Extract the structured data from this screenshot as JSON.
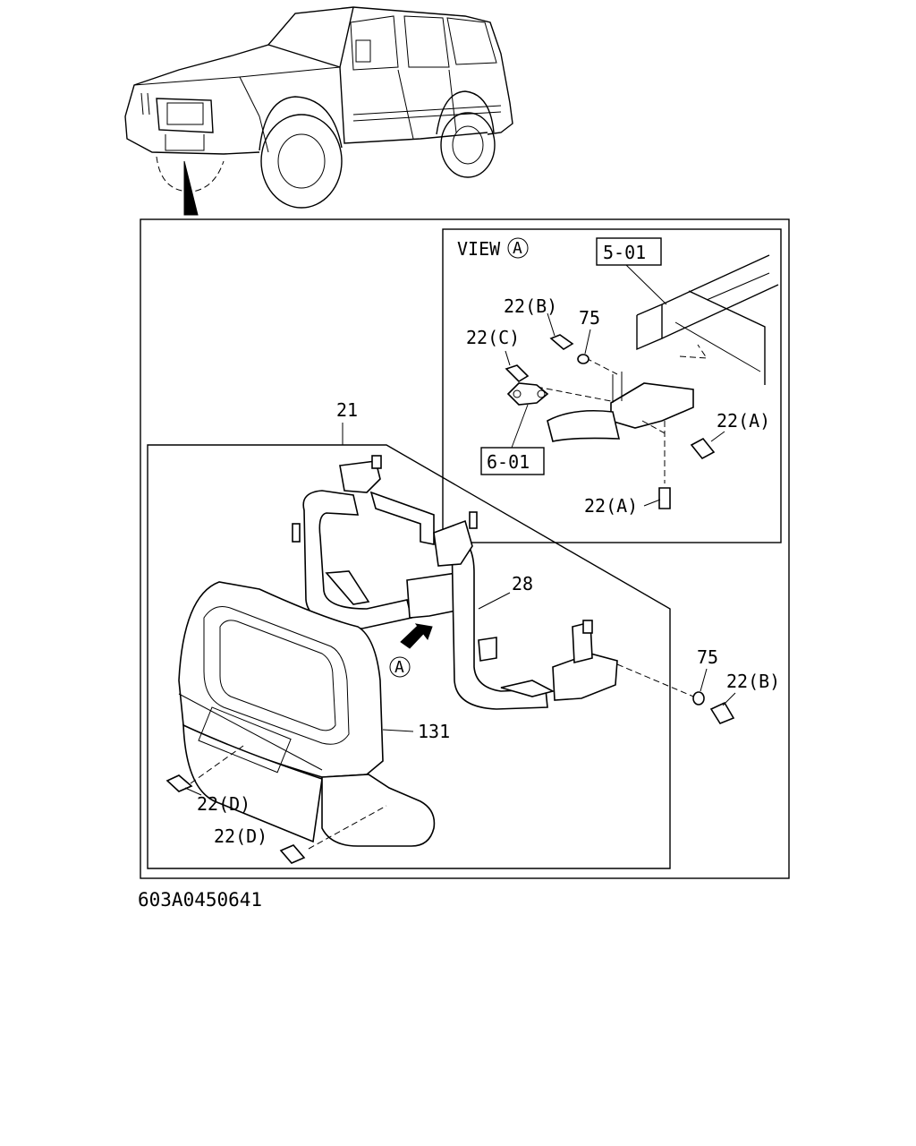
{
  "figure_code": "603A0450641",
  "view_label": "VIEW",
  "callouts": {
    "view_marker": "A",
    "arrow_marker": "A",
    "part_21": "21",
    "part_28": "28",
    "part_131": "131",
    "ref_5_01": "5-01",
    "ref_6_01": "6-01",
    "view_22b": "22(B)",
    "view_75": "75",
    "view_22c": "22(C)",
    "view_22a_right": "22(A)",
    "view_22a_bottom": "22(A)",
    "main_75": "75",
    "main_22b": "22(B)",
    "main_22d_upper": "22(D)",
    "main_22d_lower": "22(D)"
  },
  "icons": {
    "vehicle": "suv-vehicle-icon",
    "bolt": "bolt-icon",
    "washer": "washer-icon",
    "direction_arrow": "direction-arrow-icon"
  }
}
